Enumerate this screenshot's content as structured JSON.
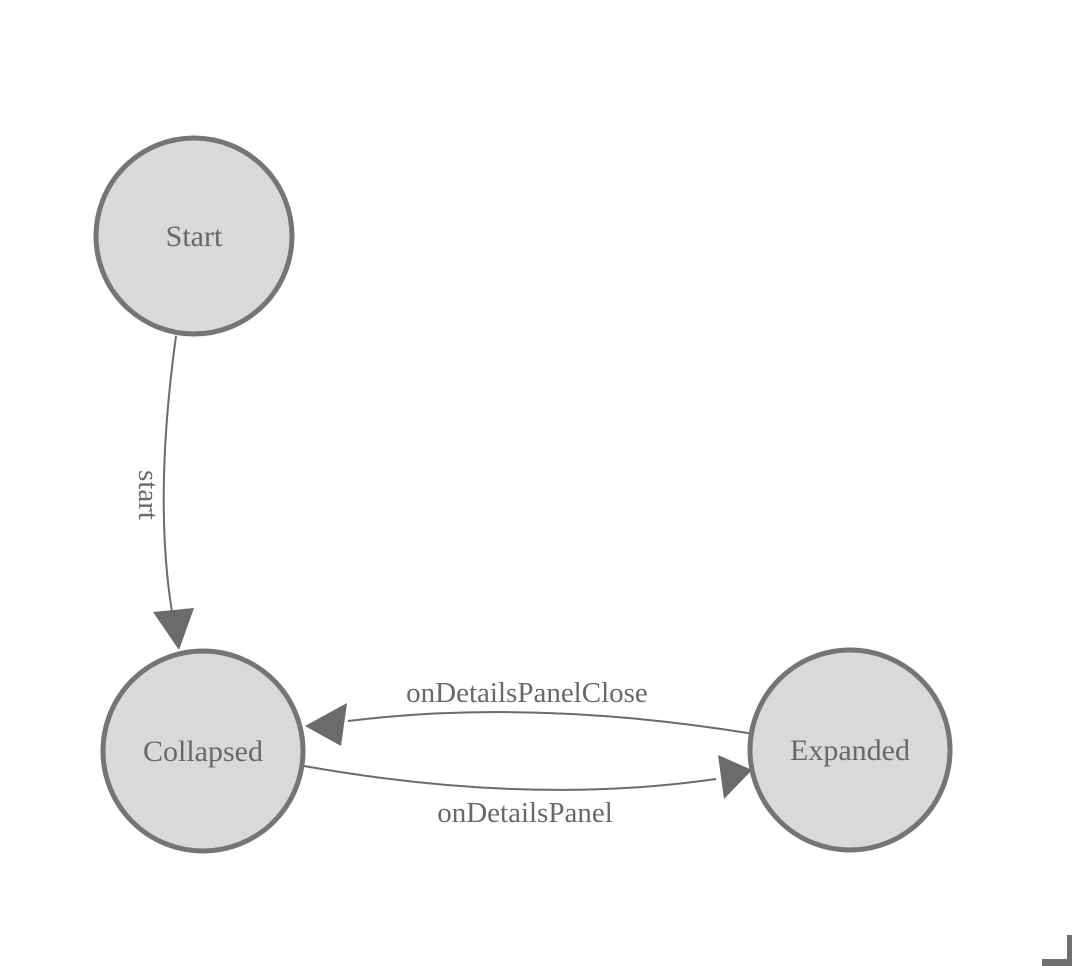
{
  "diagram": {
    "type": "state-machine",
    "nodes": [
      {
        "id": "start",
        "label": "Start"
      },
      {
        "id": "collapsed",
        "label": "Collapsed"
      },
      {
        "id": "expanded",
        "label": "Expanded"
      }
    ],
    "edges": [
      {
        "id": "start-transition",
        "label": "start",
        "from": "Start",
        "to": "Collapsed"
      },
      {
        "id": "on-details-panel-close",
        "label": "onDetailsPanelClose",
        "from": "Expanded",
        "to": "Collapsed"
      },
      {
        "id": "on-details-panel",
        "label": "onDetailsPanel",
        "from": "Collapsed",
        "to": "Expanded"
      }
    ],
    "colors": {
      "background": "#ffffff",
      "node_fill": "#d9d9d9",
      "node_border": "#757575",
      "edge": "#6b6b6b",
      "text": "#66696c",
      "frame_corner": "#6f6f6f"
    }
  }
}
